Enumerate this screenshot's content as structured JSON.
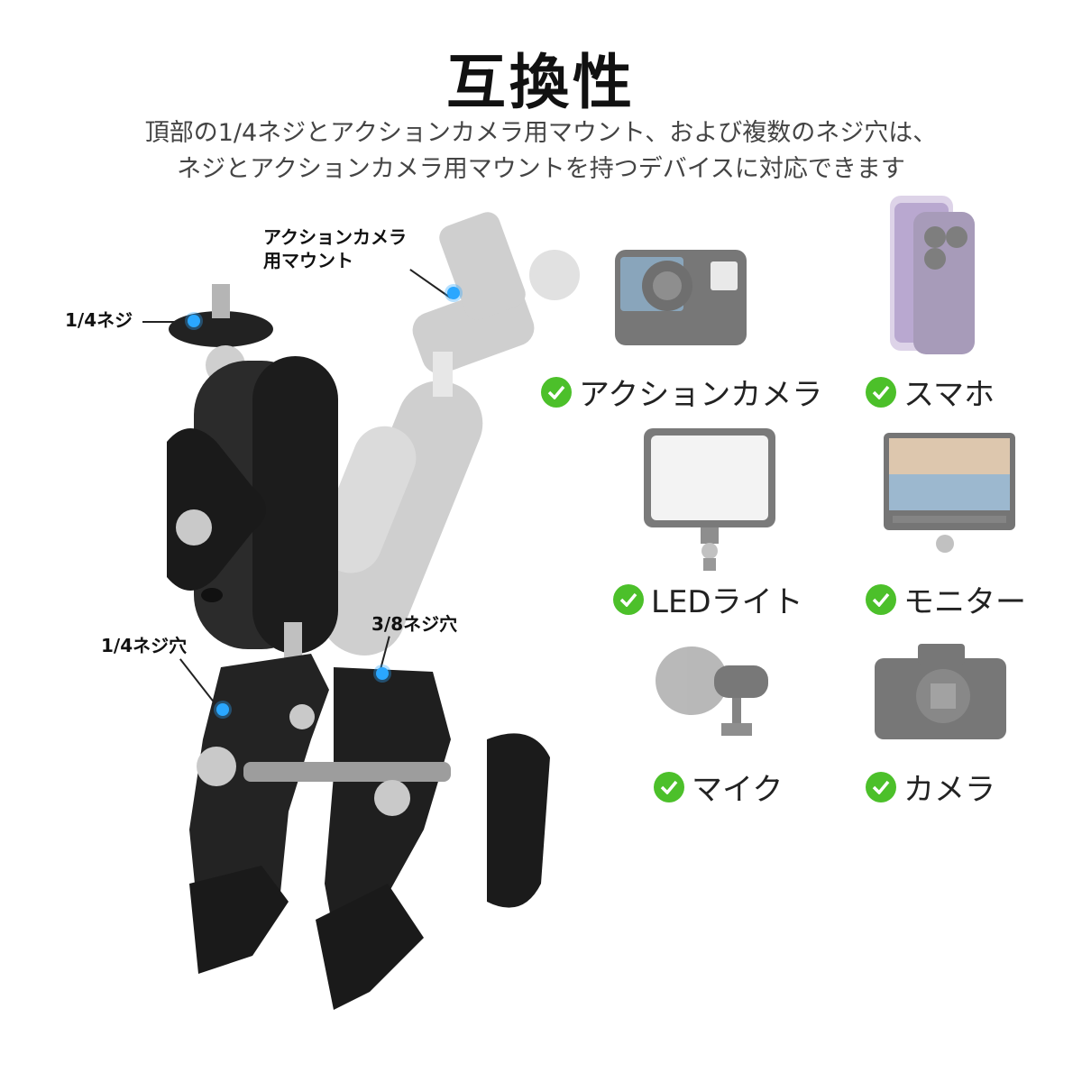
{
  "header": {
    "title": "互換性",
    "subtitle_line1": "頂部の1/4ネジとアクションカメラ用マウント、および複数のネジ穴は、",
    "subtitle_line2": "ネジとアクションカメラ用マウントを持つデバイスに対応できます"
  },
  "callouts": {
    "action_mount_line1": "アクションカメラ",
    "action_mount_line2": "用マウント",
    "screw_quarter": "1/4ネジ",
    "hole_quarter": "1/4ネジ穴",
    "hole_three_eighths": "3/8ネジ穴"
  },
  "devices": {
    "action_camera": "アクションカメラ",
    "smartphone": "スマホ",
    "led_light": "LEDライト",
    "monitor": "モニター",
    "microphone": "マイク",
    "camera": "カメラ"
  },
  "colors": {
    "check_green": "#4cc02a",
    "marker_blue": "#2aa7ff"
  }
}
